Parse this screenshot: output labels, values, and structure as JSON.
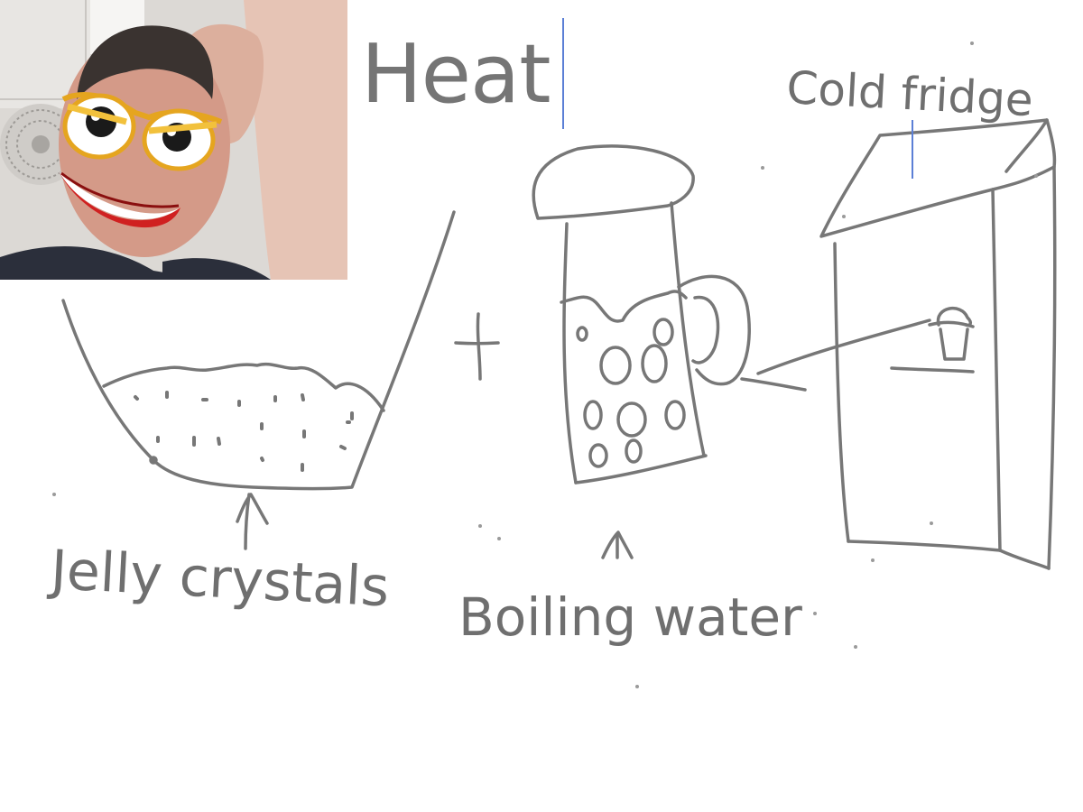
{
  "labels": {
    "heat": "Heat",
    "cold_fridge": "Cold fridge",
    "jelly_crystals": "Jelly crystals",
    "boiling_water": "Boiling water"
  },
  "colors": {
    "ink": "#777777",
    "label": "#6f6f6f",
    "cursor": "#5b7fd6",
    "background": "#ffffff"
  },
  "photo": {
    "description_icon": "selfie-photo-with-cartoon-eyes-glasses-and-smile-stickers"
  }
}
